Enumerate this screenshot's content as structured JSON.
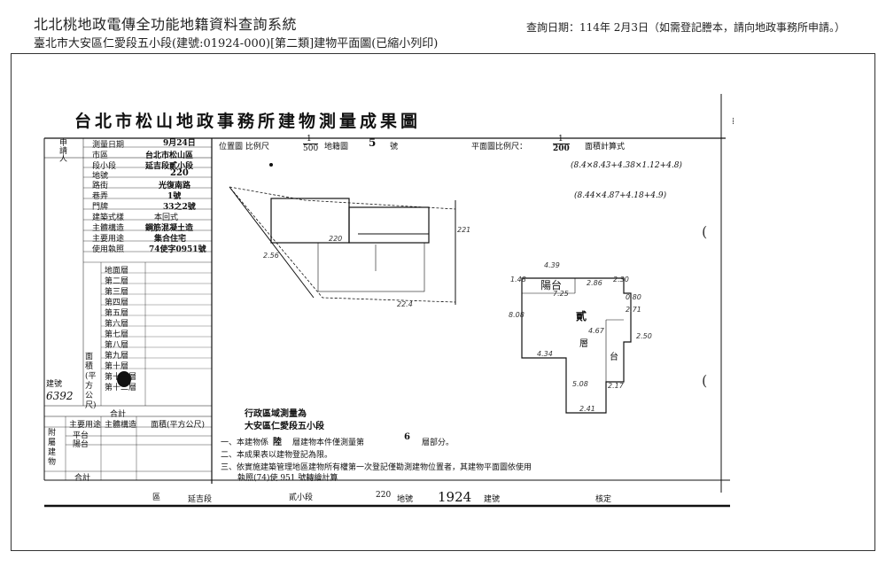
{
  "header": {
    "title": "北北桃地政電傳全功能地籍資料查詢系統",
    "subtitle": "臺北市大安區仁愛段五小段(建號:01924-000)[第二類]建物平面圖(已縮小列印)",
    "query_date": "查詢日期：114年 2月3日（如需登記謄本，請向地政事務所申請。）"
  },
  "scan": {
    "title": "台北市松山地政事務所建物測量成果圖",
    "scale_label": "位置圖 比例尺",
    "scale_num": "1",
    "scale_den": "500",
    "sheet_label": "地籍圖",
    "sheet_no": "5",
    "sheet_suffix": "號",
    "plan_scale_label": "平面圖比例尺：",
    "plan_scale_num": "1",
    "plan_scale_den": "200",
    "area_calc": "面積計算式",
    "calc_line_1": "(8.4×8.43+4.38×1.12+4.8)",
    "calc_line_2": "(8.44×4.87+4.18+4.9)",
    "left_table": {
      "applicant": "申請人",
      "survey_date_label": "測量日期",
      "survey_date_val": "9月24日",
      "district_label": "市區",
      "district_val": "台北市松山區",
      "section_label": "段小段",
      "section_val": "延吉段貳小段",
      "lot_label": "地號",
      "lot_val": "220",
      "road_label": "路街",
      "road_val": "光復南路",
      "lane_label": "巷弄",
      "lane_val": "1號",
      "door_label": "門牌",
      "door_val": "33之2號",
      "building_type_label": "建築式樣",
      "building_type_val": "本回式",
      "structure_label": "主體構造",
      "structure_val": "鋼筋混凝土造",
      "main_use_label": "主要用途",
      "main_use_val": "集合住宅",
      "permit_label": "使用執照",
      "permit_val": "74使字0951號",
      "floors": [
        "地面層",
        "第二層",
        "第三層",
        "第四層",
        "第五層",
        "第六層",
        "第七層",
        "第八層",
        "第九層",
        "第十層",
        "第十一層",
        "第十二層"
      ],
      "area_box_label": "面積(平方公尺)",
      "building_no_label": "建號",
      "building_no_val": "6392",
      "total_label": "合計",
      "attached_label": "附屬建物",
      "attached_cols": [
        "主要用途",
        "主體構造",
        "面積(平方公尺)"
      ],
      "attached_rows": [
        "平台",
        "陽台"
      ],
      "attached_total": "合計"
    },
    "site_dims": [
      "220",
      "221",
      "22.4",
      "2.56"
    ],
    "plan": {
      "floor_label": "貳",
      "room_label": "層",
      "balcony_label": "陽台",
      "right_label": "台",
      "dims": [
        "4.39",
        "1.48",
        "7.25",
        "2.86",
        "2.30",
        "8.08",
        "4.34",
        "5.08",
        "2.41",
        "2.17",
        "4.67",
        "2.71",
        "0.80",
        "2.50"
      ]
    },
    "survey_office_1": "行政區域測量為",
    "survey_office_2": "大安區仁愛段五小段",
    "notes": [
      "一、本建物係",
      "層建物本件僅測量第",
      "層部分。",
      "二、本成果表以建物登記為限。",
      "三、依實施建築管理地區建物所有權第一次登記僅勘測建物位置者，其建物平面圖依使用",
      "執照(74)使 951 號轉繪計算"
    ],
    "note_floor_a": "陸",
    "note_floor_b": "6",
    "footer": {
      "district": "區",
      "section": "延吉段",
      "subsection": "貳小段",
      "lot_no": "220",
      "lot_label": "地號",
      "bldg_no": "1924",
      "bldg_label": "建號",
      "checker": "核定"
    }
  },
  "colors": {
    "ink": "#111111",
    "frame": "#333333",
    "background": "#ffffff"
  }
}
